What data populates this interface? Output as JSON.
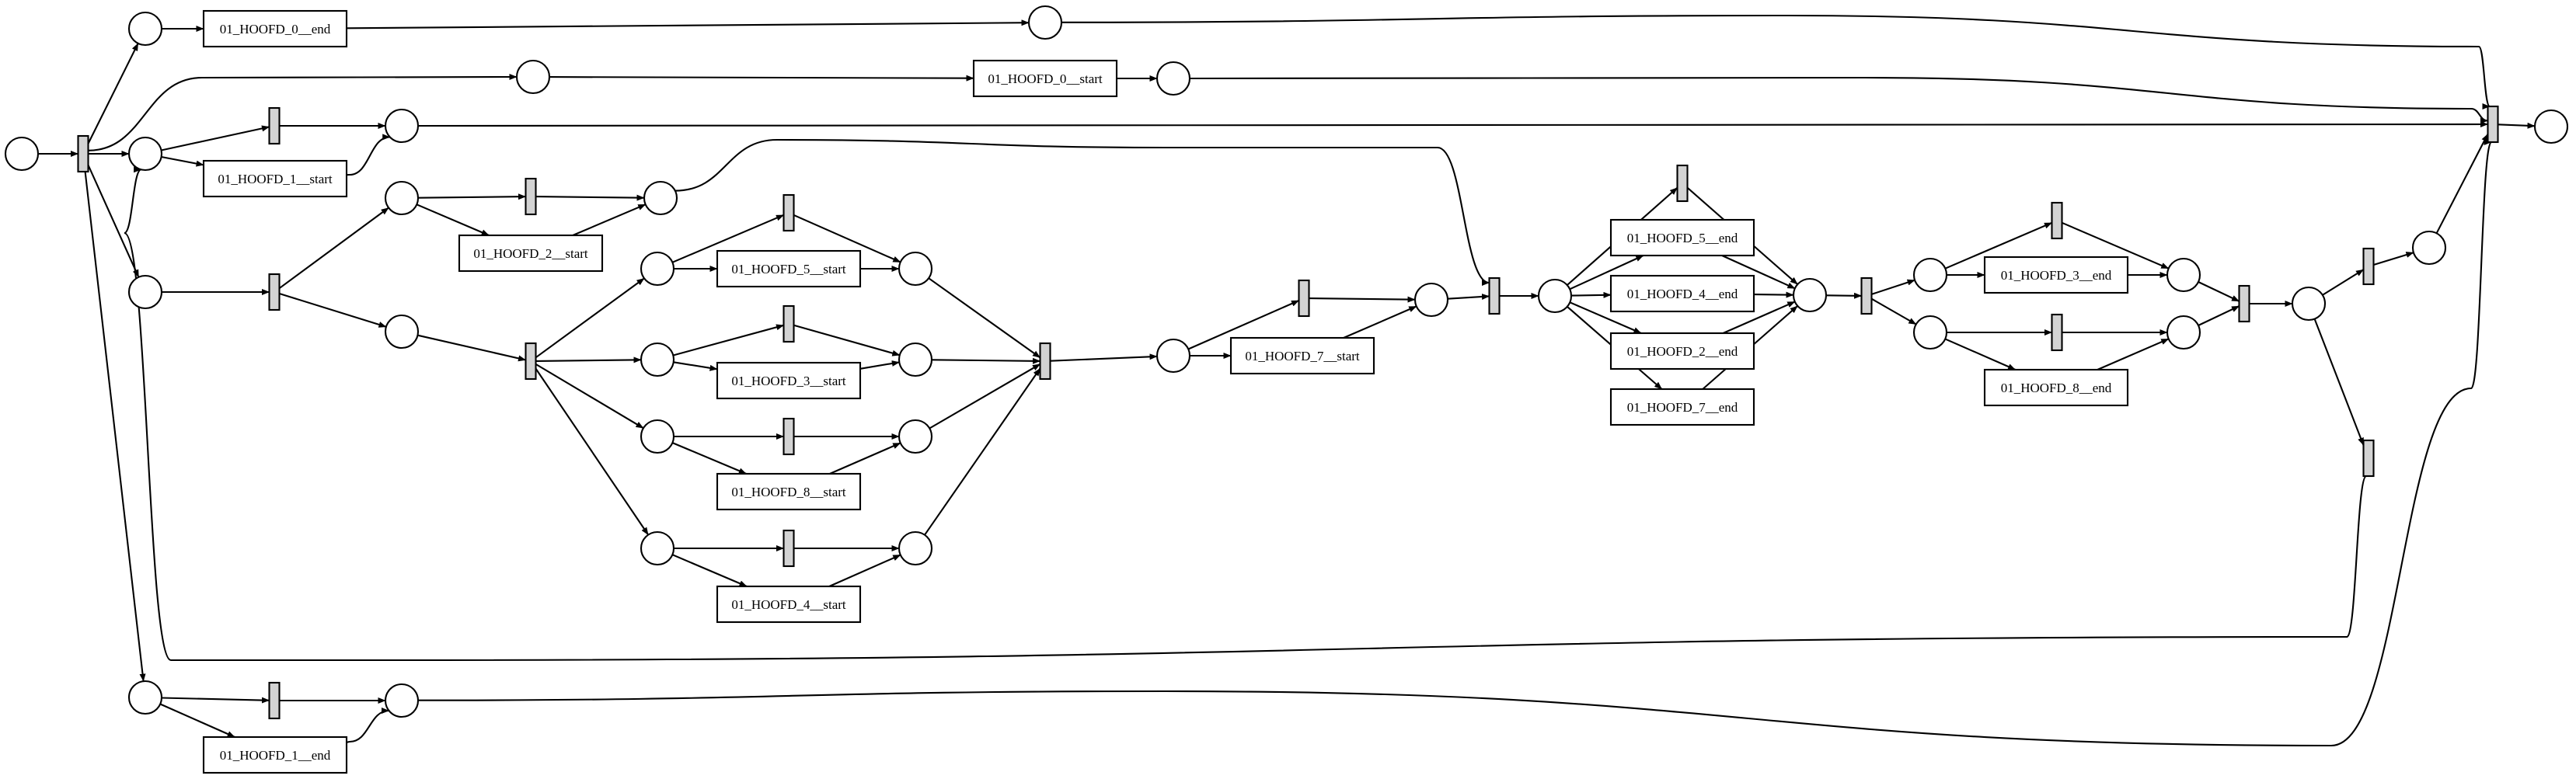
{
  "diagram": {
    "type": "petri-net",
    "colors": {
      "source_place": "#00ff00",
      "sink_place": "#ff0000",
      "place": "#ffffff",
      "silent_transition": "#d3d3d3",
      "stroke": "#000000"
    },
    "transition_labels": {
      "t0end": "01_HOOFD_0__end",
      "t0start": "01_HOOFD_0__start",
      "t1start": "01_HOOFD_1__start",
      "t2start": "01_HOOFD_2__start",
      "t5start": "01_HOOFD_5__start",
      "t3start": "01_HOOFD_3__start",
      "t8start": "01_HOOFD_8__start",
      "t4start": "01_HOOFD_4__start",
      "t7start": "01_HOOFD_7__start",
      "t5end": "01_HOOFD_5__end",
      "t4end": "01_HOOFD_4__end",
      "t2end": "01_HOOFD_2__end",
      "t7end": "01_HOOFD_7__end",
      "t3end": "01_HOOFD_3__end",
      "t8end": "01_HOOFD_8__end",
      "t1end": "01_HOOFD_1__end"
    }
  }
}
